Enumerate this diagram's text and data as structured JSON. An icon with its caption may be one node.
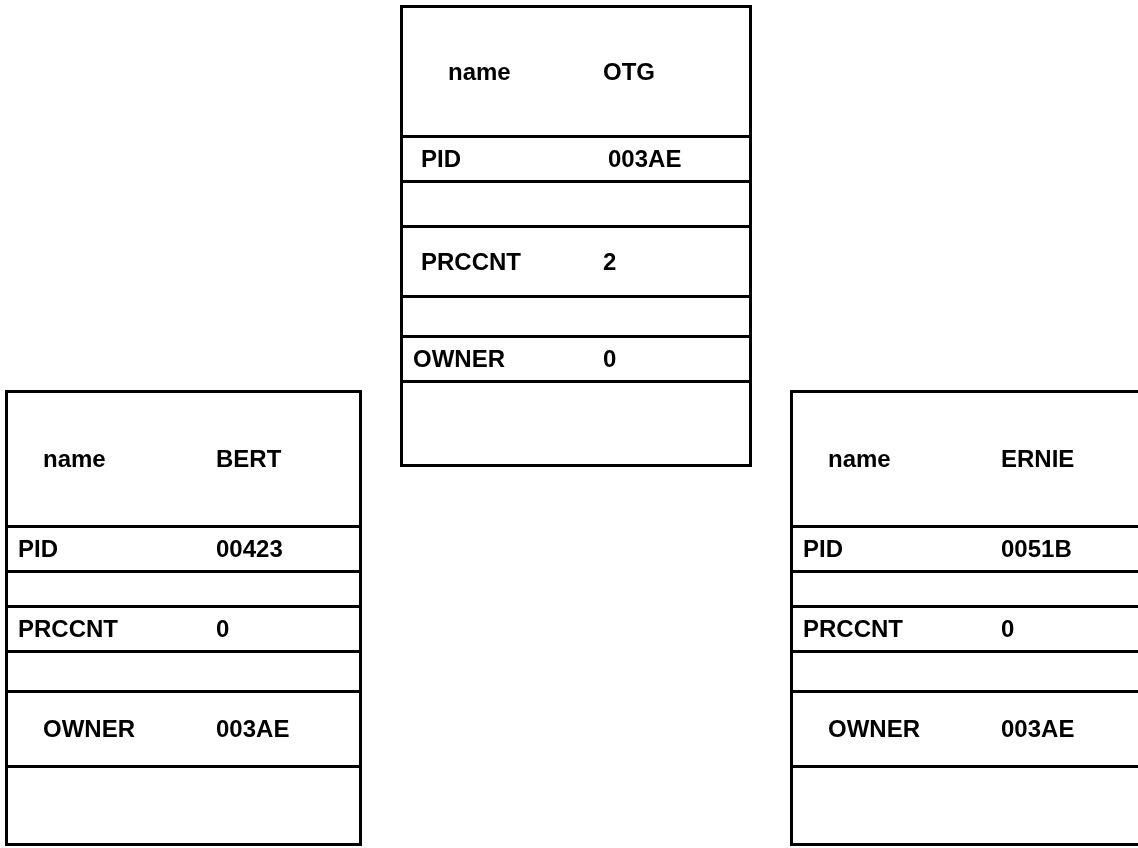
{
  "diagram": {
    "nodes": [
      {
        "text": [],
        "shape": "box"
      },
      {
        "text": [
          "name",
          "OTG"
        ],
        "in": 0
      },
      {
        "text": [
          "PID",
          "003AE"
        ],
        "in": 0
      },
      {
        "text": [],
        "shape": "box",
        "in": 0
      },
      {
        "text": [
          "PRCCNT",
          "2"
        ],
        "in": 0
      },
      {
        "text": [],
        "shape": "box",
        "in": 0
      },
      {
        "text": [
          "OWNER",
          "0"
        ],
        "in": 0
      },
      {
        "text": [],
        "shape": "box"
      },
      {
        "text": [
          "name",
          "BERT"
        ],
        "in": 7
      },
      {
        "text": [
          "PID",
          "00423"
        ],
        "in": 7
      },
      {
        "text": [],
        "shape": "box",
        "in": 7
      },
      {
        "text": [
          "PRCCNT",
          "0"
        ],
        "in": 7
      },
      {
        "text": [],
        "shape": "box",
        "in": 7
      },
      {
        "text": [
          "OWNER",
          "003AE"
        ],
        "in": 7
      },
      {
        "text": [],
        "shape": "box"
      },
      {
        "text": [
          "name",
          "ERNIE"
        ],
        "in": 14
      },
      {
        "text": [
          "PID",
          "0051B"
        ],
        "in": 14
      },
      {
        "text": [],
        "shape": "box",
        "in": 14
      },
      {
        "text": [
          "PRCCNT",
          "0"
        ],
        "in": 14
      },
      {
        "text": [],
        "shape": "box",
        "in": 14
      },
      {
        "text": [
          "OWNER",
          "003AE"
        ],
        "in": 14
      }
    ]
  }
}
